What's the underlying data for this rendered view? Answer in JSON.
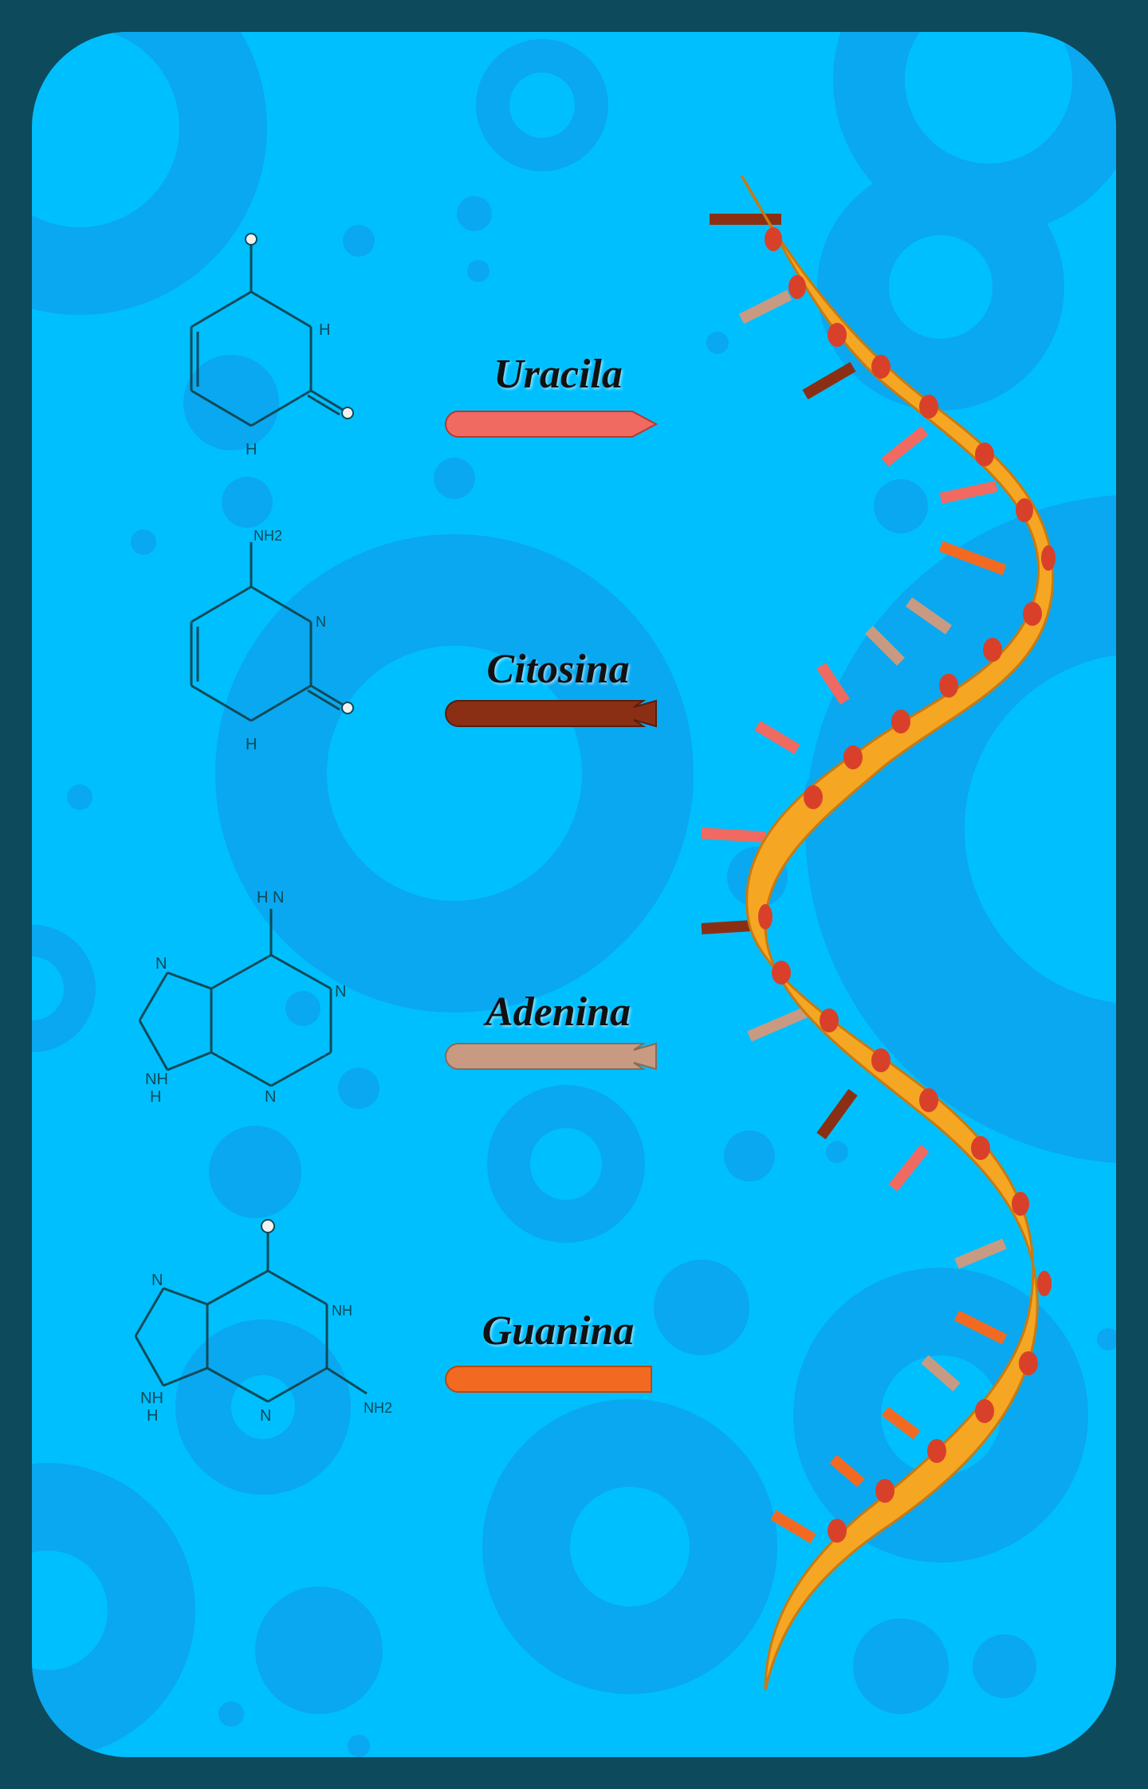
{
  "bases": [
    {
      "name": "Uracila",
      "color": "#f06a62"
    },
    {
      "name": "Citosina",
      "color": "#8b2f14"
    },
    {
      "name": "Adenina",
      "color": "#c99a82"
    },
    {
      "name": "Guanina",
      "color": "#f26a22"
    }
  ],
  "molecule_labels": {
    "uracila": {
      "n1": "H",
      "n3": "H",
      "o_top": "",
      "o_side": ""
    },
    "citosina": {
      "n1": "H",
      "n3": "N",
      "nh2": "NH2"
    },
    "adenina": {
      "nh2": "H N",
      "n_a": "N",
      "n_b": "N",
      "n_c": "N",
      "n_d": "NH",
      "n_e": "H"
    },
    "guanina": {
      "n_a": "N",
      "nh": "NH",
      "n_b": "N",
      "n_c": "NH",
      "h": "H",
      "nh2": "NH2"
    }
  },
  "colors": {
    "frame": "#0d4a5c",
    "background": "#00bfff",
    "bubbles": "#0aa8f0",
    "backbone": "#f5a623",
    "backbone_dots": "#d9402a",
    "molecule_lines": "#0e4a58"
  }
}
